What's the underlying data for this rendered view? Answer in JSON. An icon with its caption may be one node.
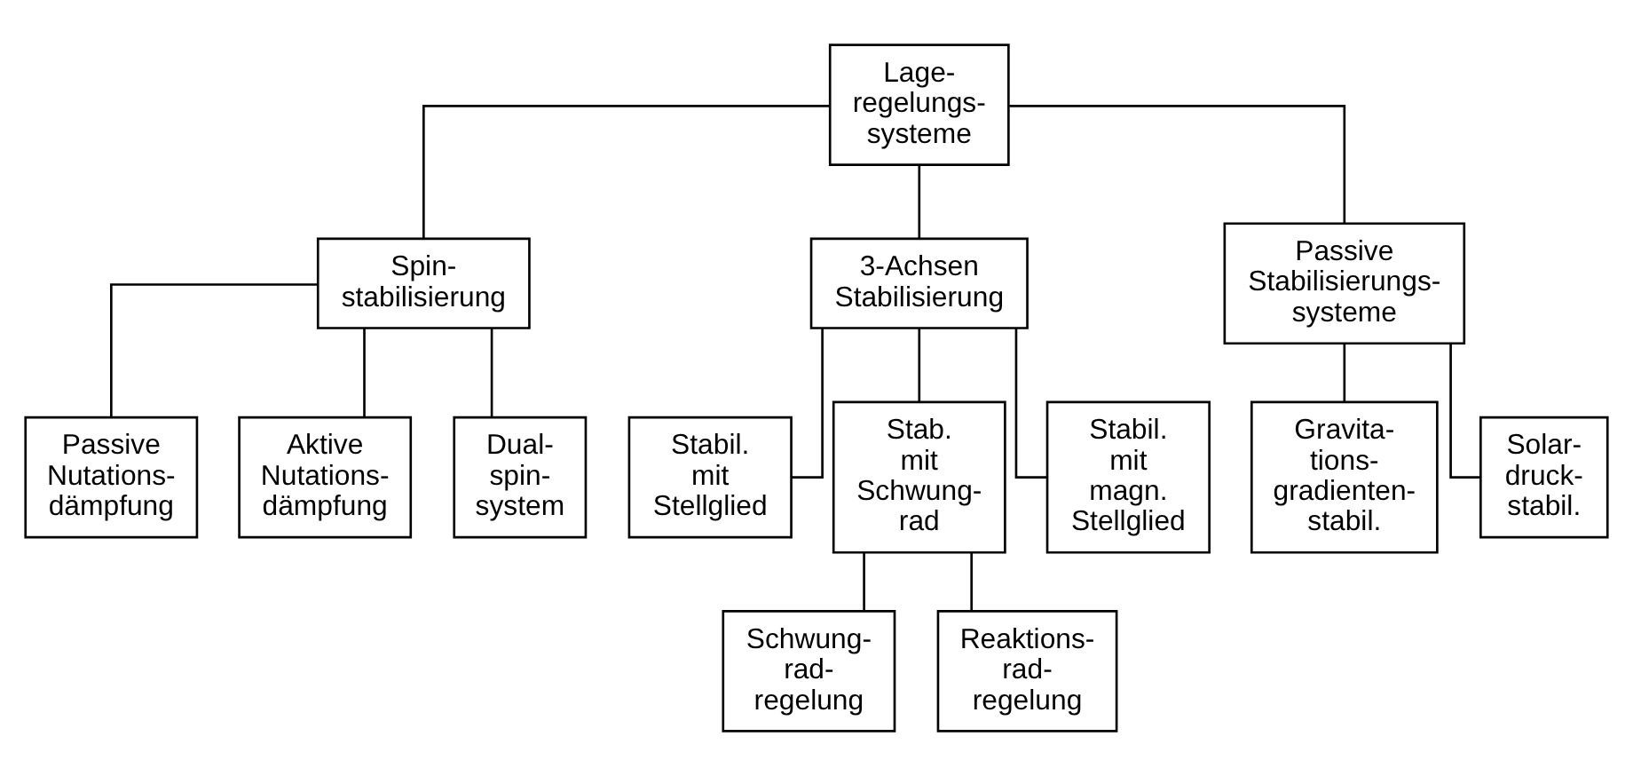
{
  "diagram": {
    "nodes": [
      {
        "text": [
          "Lage- regelungs- systeme"
        ]
      },
      {
        "text": [
          "Spin- stabilisierung"
        ]
      },
      {
        "text": [
          "3-Achsen Stabilisierung"
        ]
      },
      {
        "text": [
          "Passive Stabilisierungs- systeme"
        ]
      },
      {
        "text": [
          "Passive Nutations- dämpfung"
        ]
      },
      {
        "text": [
          "Aktive Nutations- dämpfung"
        ]
      },
      {
        "text": [
          "Dual- spin- system"
        ]
      },
      {
        "text": [
          "Stabil. mit Stellglied"
        ]
      },
      {
        "text": [
          "Stab. mit Schwung- rad"
        ]
      },
      {
        "text": [
          "Stabil. mit magn. Stellglied"
        ]
      },
      {
        "text": [
          "Gravita- tions- gradienten- stabil."
        ]
      },
      {
        "text": [
          "Solar- druck- stabil."
        ]
      },
      {
        "text": [
          "Schwung- rad- regelung"
        ]
      },
      {
        "text": [
          "Reaktions- rad- regelung"
        ]
      }
    ],
    "edges": [
      {
        "from": 0,
        "to": 1,
        "arrow": "none"
      },
      {
        "from": 0,
        "to": 2,
        "arrow": "none"
      },
      {
        "from": 0,
        "to": 3,
        "arrow": "none"
      },
      {
        "from": 1,
        "to": 4,
        "arrow": "none"
      },
      {
        "from": 1,
        "to": 5,
        "arrow": "none"
      },
      {
        "from": 1,
        "to": 6,
        "arrow": "none"
      },
      {
        "from": 2,
        "to": 7,
        "arrow": "none"
      },
      {
        "from": 2,
        "to": 8,
        "arrow": "none"
      },
      {
        "from": 2,
        "to": 9,
        "arrow": "none"
      },
      {
        "from": 3,
        "to": 10,
        "arrow": "none"
      },
      {
        "from": 3,
        "to": 11,
        "arrow": "none"
      },
      {
        "from": 8,
        "to": 12,
        "arrow": "none"
      },
      {
        "from": 8,
        "to": 13,
        "arrow": "none"
      }
    ]
  }
}
